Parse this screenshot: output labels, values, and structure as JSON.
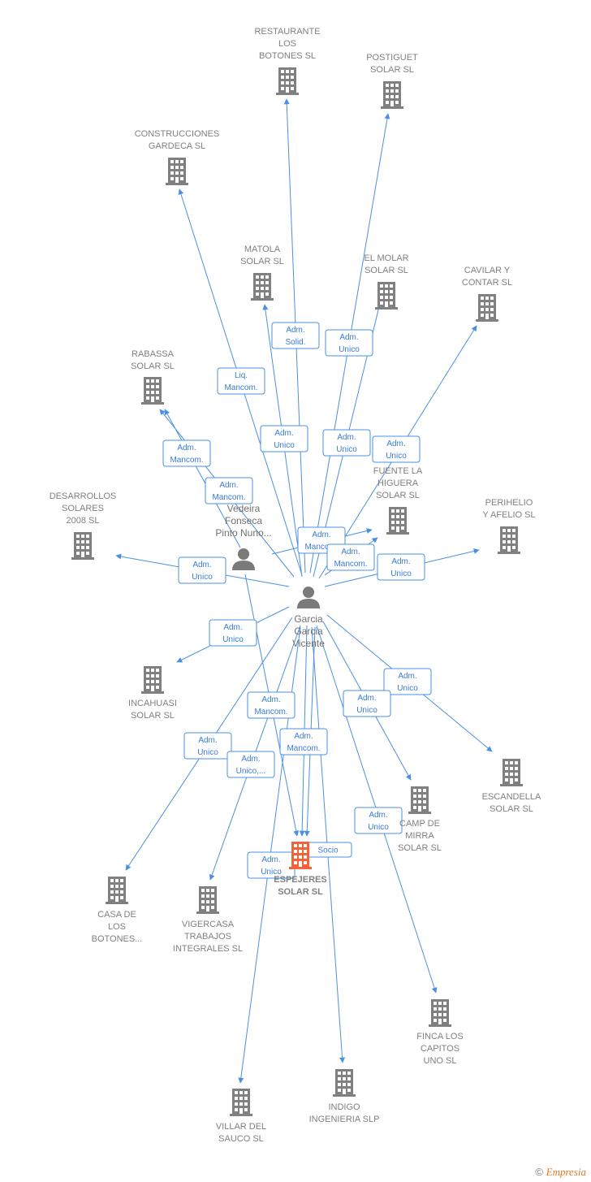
{
  "colors": {
    "edge": "#4a90e2",
    "company": "#808080",
    "company_highlight": "#f4623a",
    "person": "#7a7a7a",
    "label_text": "#3a7bd5"
  },
  "persons": [
    {
      "id": "garcia",
      "lines": [
        "Garcia",
        "Garcia",
        "Vicente"
      ],
      "icon": "person-icon"
    },
    {
      "id": "vedeira",
      "lines": [
        "Vedeira",
        "Fonseca",
        "Pinto Nuno..."
      ],
      "icon": "person-icon"
    }
  ],
  "companies": [
    {
      "id": "restaurante",
      "lines": [
        "RESTAURANTE",
        "LOS",
        "BOTONES  SL"
      ],
      "icon": "building-icon"
    },
    {
      "id": "postiguet",
      "lines": [
        "POSTIGUET",
        "SOLAR  SL"
      ],
      "icon": "building-icon"
    },
    {
      "id": "gardeca",
      "lines": [
        "CONSTRUCCIONES",
        "GARDECA SL"
      ],
      "icon": "building-icon"
    },
    {
      "id": "matola",
      "lines": [
        "MATOLA",
        "SOLAR  SL"
      ],
      "icon": "building-icon"
    },
    {
      "id": "molar",
      "lines": [
        "EL MOLAR",
        "SOLAR  SL"
      ],
      "icon": "building-icon"
    },
    {
      "id": "cavilar",
      "lines": [
        "CAVILAR Y",
        "CONTAR  SL"
      ],
      "icon": "building-icon"
    },
    {
      "id": "rabassa",
      "lines": [
        "RABASSA",
        "SOLAR  SL"
      ],
      "icon": "building-icon"
    },
    {
      "id": "desarrollos",
      "lines": [
        "DESARROLLOS",
        "SOLARES",
        "2008  SL"
      ],
      "icon": "building-icon"
    },
    {
      "id": "fuente",
      "lines": [
        "FUENTE LA",
        "HIGUERA",
        "SOLAR  SL"
      ],
      "icon": "building-icon"
    },
    {
      "id": "perihelio",
      "lines": [
        "PERIHELIO",
        "Y AFELIO  SL"
      ],
      "icon": "building-icon"
    },
    {
      "id": "incahuasi",
      "lines": [
        "INCAHUASI",
        "SOLAR  SL"
      ],
      "icon": "building-icon"
    },
    {
      "id": "escandella",
      "lines": [
        "ESCANDELLA",
        "SOLAR  SL"
      ],
      "icon": "building-icon"
    },
    {
      "id": "camp",
      "lines": [
        "CAMP DE",
        "MIRRA",
        "SOLAR  SL"
      ],
      "icon": "building-icon"
    },
    {
      "id": "espejeres",
      "lines": [
        "ESPEJERES",
        "SOLAR  SL"
      ],
      "icon": "building-icon",
      "highlight": true
    },
    {
      "id": "casa",
      "lines": [
        "CASA DE",
        "LOS",
        "BOTONES..."
      ],
      "icon": "building-icon"
    },
    {
      "id": "vigercasa",
      "lines": [
        "VIGERCASA",
        "TRABAJOS",
        "INTEGRALES SL"
      ],
      "icon": "building-icon"
    },
    {
      "id": "finca",
      "lines": [
        "FINCA LOS",
        "CAPITOS",
        "UNO  SL"
      ],
      "icon": "building-icon"
    },
    {
      "id": "indigo",
      "lines": [
        "INDIGO",
        "INGENIERIA SLP"
      ],
      "icon": "building-icon"
    },
    {
      "id": "villar",
      "lines": [
        "VILLAR DEL",
        "SAUCO SL"
      ],
      "icon": "building-icon"
    }
  ],
  "edges": [
    {
      "id": "e-restaurante",
      "label": [
        "Adm.",
        "Solid."
      ]
    },
    {
      "id": "e-postiguet",
      "label": [
        "Adm.",
        "Unico"
      ]
    },
    {
      "id": "e-gardeca",
      "label": [
        "Liq.",
        "Mancom."
      ]
    },
    {
      "id": "e-matola",
      "label": [
        "Adm.",
        "Unico"
      ]
    },
    {
      "id": "e-molar",
      "label": [
        "Adm.",
        "Unico"
      ]
    },
    {
      "id": "e-cavilar",
      "label": [
        "Adm.",
        "Unico"
      ]
    },
    {
      "id": "e-rabassa-g",
      "label": [
        "Adm.",
        "Mancom."
      ]
    },
    {
      "id": "e-rabassa-v",
      "label": [
        "Adm.",
        "Mancom."
      ]
    },
    {
      "id": "e-desarrollos",
      "label": [
        "Adm.",
        "Unico"
      ]
    },
    {
      "id": "e-fuente-v",
      "label": [
        "Adm.",
        "Mancom."
      ]
    },
    {
      "id": "e-fuente-g",
      "label": [
        "Adm.",
        "Mancom."
      ]
    },
    {
      "id": "e-perihelio",
      "label": [
        "Adm.",
        "Unico"
      ]
    },
    {
      "id": "e-incahuasi",
      "label": [
        "Adm.",
        "Unico"
      ]
    },
    {
      "id": "e-escandella",
      "label": [
        "Adm.",
        "Unico"
      ]
    },
    {
      "id": "e-camp",
      "label": [
        "Adm.",
        "Unico"
      ]
    },
    {
      "id": "e-espejeres-v",
      "label": [
        "Adm.",
        "Mancom."
      ]
    },
    {
      "id": "e-espejeres-g",
      "label": [
        "Adm.",
        "Mancom."
      ]
    },
    {
      "id": "e-espejeres-s",
      "label": [
        "Socio"
      ]
    },
    {
      "id": "e-casa",
      "label": [
        "Adm.",
        "Unico"
      ]
    },
    {
      "id": "e-vigercasa",
      "label": [
        "Adm.",
        "Unico,..."
      ]
    },
    {
      "id": "e-finca",
      "label": [
        "Adm.",
        "Unico"
      ]
    },
    {
      "id": "e-villar",
      "label": [
        "Adm.",
        "Unico"
      ]
    },
    {
      "id": "e-indigo",
      "label": []
    }
  ],
  "footer": {
    "copyright": "©",
    "brand": "Empresia"
  }
}
